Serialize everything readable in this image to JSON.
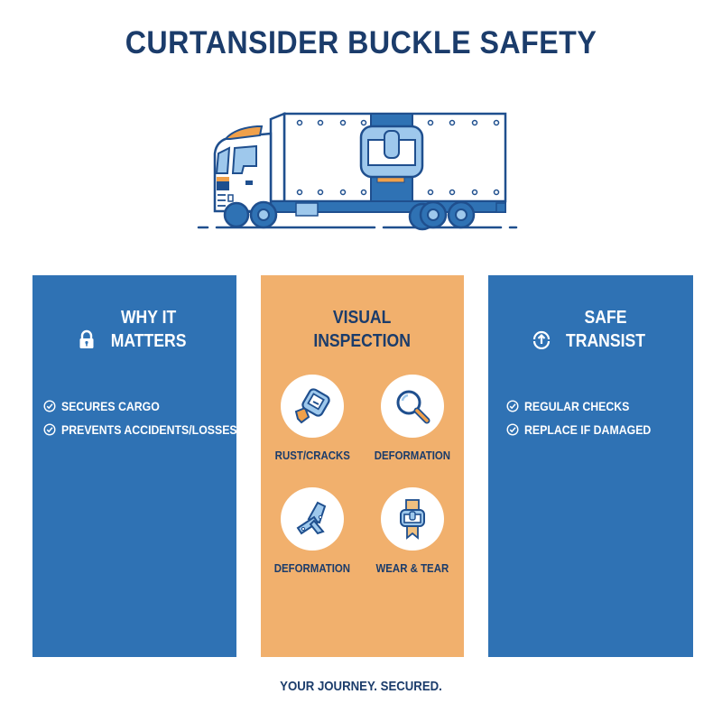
{
  "header": {
    "title": "CURTANSIDER BUCKLE SAFETY",
    "illustration": "curtainsider-truck-with-buckle"
  },
  "colors": {
    "navy": "#1b3c6b",
    "blue_panel": "#2f72b4",
    "orange_panel": "#f1b06d",
    "light_blue": "#9ec8ec",
    "orange_accent": "#f0a04a",
    "white": "#ffffff"
  },
  "panels": {
    "left": {
      "icon": "lock-icon",
      "title_line1": "WHY IT",
      "title_line2": "MATTERS",
      "items": [
        {
          "icon": "check-circle-icon",
          "label": "SECURES CARGO"
        },
        {
          "icon": "check-circle-icon",
          "label": "PREVENTS ACCIDENTS/LOSSES"
        }
      ]
    },
    "middle": {
      "title_line1": "VISUAL",
      "title_line2": "INSPECTION",
      "items": [
        {
          "icon": "broken-buckle-icon",
          "label": "RUST/CRACKS"
        },
        {
          "icon": "magnifier-icon",
          "label": "DEFORMATION"
        },
        {
          "icon": "bent-strap-icon",
          "label": "DEFORMATION"
        },
        {
          "icon": "worn-strap-buckle-icon",
          "label": "WEAR & TEAR"
        }
      ]
    },
    "right": {
      "icon": "upload-circle-icon",
      "title_line1": "SAFE",
      "title_line2": "TRANSIST",
      "items": [
        {
          "icon": "check-circle-icon",
          "label": "REGULAR CHECKS"
        },
        {
          "icon": "check-circle-icon",
          "label": "REPLACE IF DAMAGED"
        }
      ]
    }
  },
  "footer": {
    "tagline": "YOUR JOURNEY. SECURED."
  }
}
